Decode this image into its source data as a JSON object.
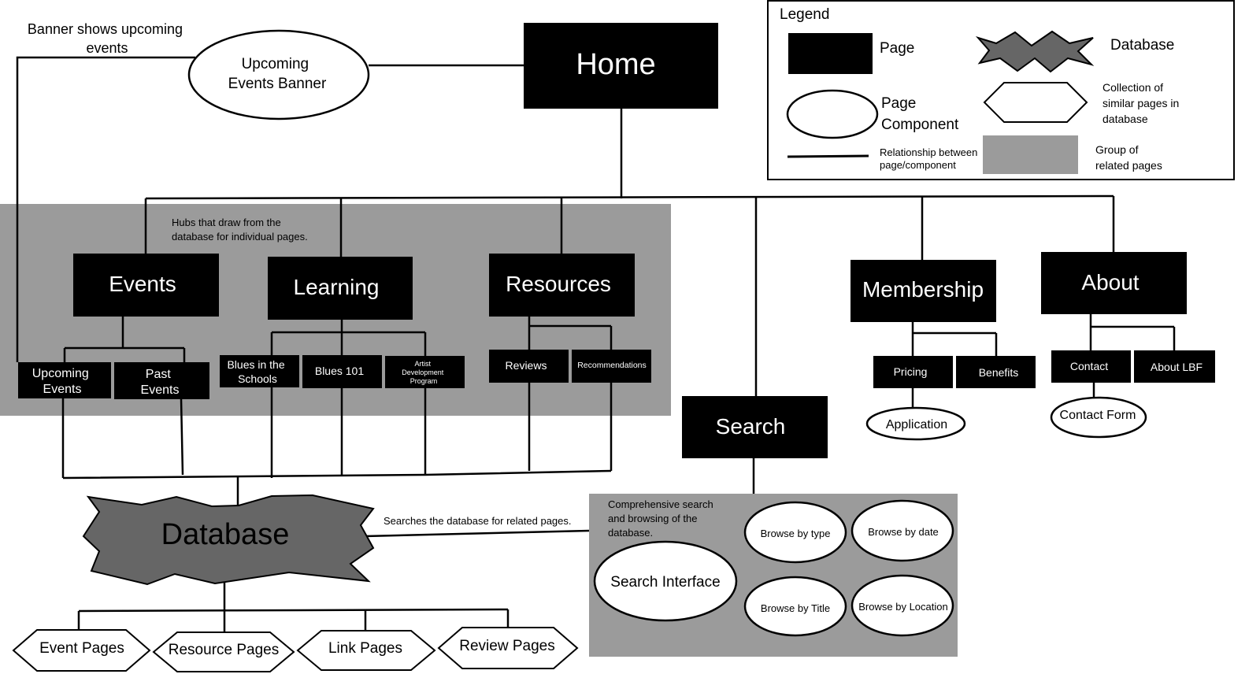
{
  "legend": {
    "title": "Legend",
    "page": "Page",
    "page_component_1": "Page",
    "page_component_2": "Component",
    "relationship_1": "Relationship between",
    "relationship_2": "page/component",
    "database": "Database",
    "collection_1": "Collection of",
    "collection_2": "similar pages in",
    "collection_3": "database",
    "group_1": "Group of",
    "group_2": "related pages"
  },
  "annotations": {
    "banner_note_1": "Banner shows upcoming",
    "banner_note_2": "events",
    "hubs_note_1": "Hubs that draw from the",
    "hubs_note_2": "database for individual pages.",
    "search_db_note": "Searches the database for related pages.",
    "search_group_note_1": "Comprehensive search",
    "search_group_note_2": "and browsing of the",
    "search_group_note_3": "database."
  },
  "pages": {
    "home": "Home",
    "events": "Events",
    "learning": "Learning",
    "resources": "Resources",
    "membership": "Membership",
    "about": "About",
    "search": "Search",
    "upcoming_events_1": "Upcoming",
    "upcoming_events_2": "Events",
    "past_events_1": "Past",
    "past_events_2": "Events",
    "blues_schools_1": "Blues in the",
    "blues_schools_2": "Schools",
    "blues_101": "Blues 101",
    "artist_dev_1": "Artist",
    "artist_dev_2": "Development",
    "artist_dev_3": "Program",
    "reviews": "Reviews",
    "recommendations": "Recommendations",
    "pricing": "Pricing",
    "benefits": "Benefits",
    "contact": "Contact",
    "about_lbf": "About LBF"
  },
  "components": {
    "upcoming_banner_1": "Upcoming",
    "upcoming_banner_2": "Events Banner",
    "application": "Application",
    "contact_form": "Contact Form",
    "search_interface": "Search Interface",
    "browse_type": "Browse by type",
    "browse_date": "Browse by date",
    "browse_title": "Browse by Title",
    "browse_location": "Browse by Location"
  },
  "database": {
    "label": "Database"
  },
  "collections": {
    "event_pages": "Event Pages",
    "resource_pages": "Resource Pages",
    "link_pages": "Link Pages",
    "review_pages": "Review Pages"
  },
  "colors": {
    "page": "#000000",
    "group": "#9b9b9b",
    "database": "#666666"
  }
}
